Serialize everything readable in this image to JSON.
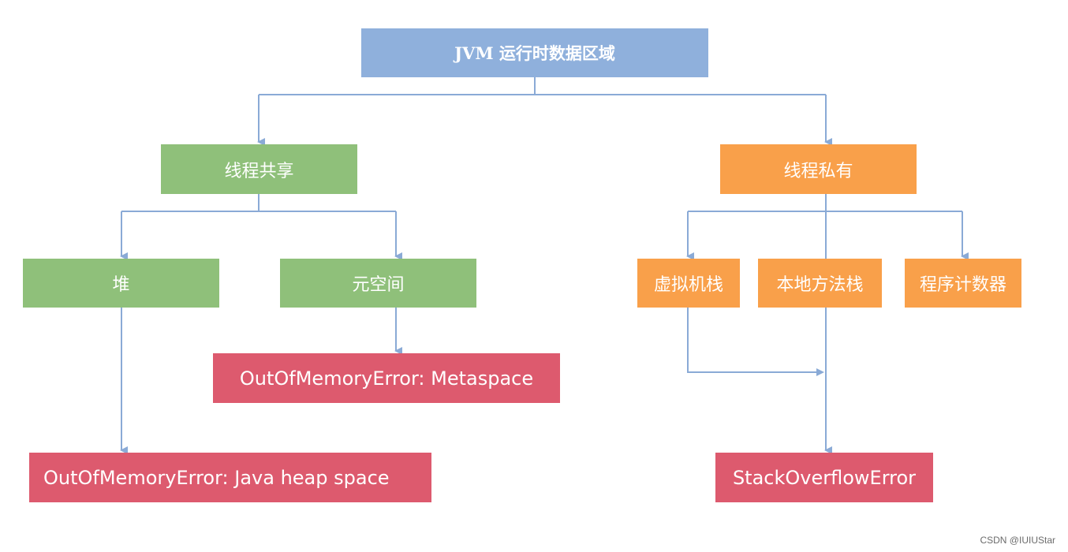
{
  "diagram": {
    "root": "JVM 运行时数据区域",
    "shared": "线程共享",
    "private": "线程私有",
    "heap": "堆",
    "metaspace": "元空间",
    "vm_stack": "虚拟机栈",
    "native_stack": "本地方法栈",
    "pc_register": "程序计数器",
    "error_metaspace": "OutOfMemoryError: Metaspace",
    "error_heap": "OutOfMemoryError: Java heap space",
    "error_stack": "StackOverflowError"
  },
  "colors": {
    "root": "#8fb0dc",
    "shared": "#8fc07a",
    "private": "#f9a04a",
    "error": "#dd5a6e",
    "connector": "#8aaad6"
  },
  "watermark": "CSDN @IUIUStar"
}
